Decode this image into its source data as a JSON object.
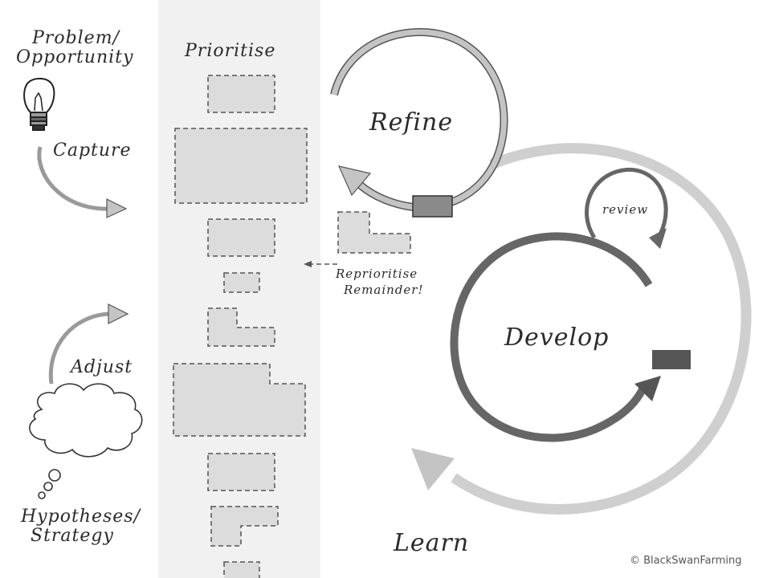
{
  "labels": {
    "problem_line1": "Problem/",
    "problem_line2": "Opportunity",
    "prioritise": "Prioritise",
    "capture": "Capture",
    "refine": "Refine",
    "review": "review",
    "reprioritise_line1": "Reprioritise",
    "reprioritise_line2": "Remainder!",
    "develop": "Develop",
    "adjust": "Adjust",
    "hypotheses_line1": "Hypotheses/",
    "hypotheses_line2": "Strategy",
    "learn": "Learn",
    "copyright": "© BlackSwanFarming"
  },
  "icons": {
    "lightbulb": "lightbulb-icon",
    "thought_cloud": "thought-cloud-icon"
  },
  "colors": {
    "backlog_column": "#f1f1f1",
    "backlog_item_fill": "#dcdcdc",
    "backlog_item_stroke": "#555555",
    "light_arrow": "#c4c4c4",
    "mid_arrow": "#9a9a9a",
    "dark_arrow": "#555555",
    "text": "#2b2b2b"
  }
}
